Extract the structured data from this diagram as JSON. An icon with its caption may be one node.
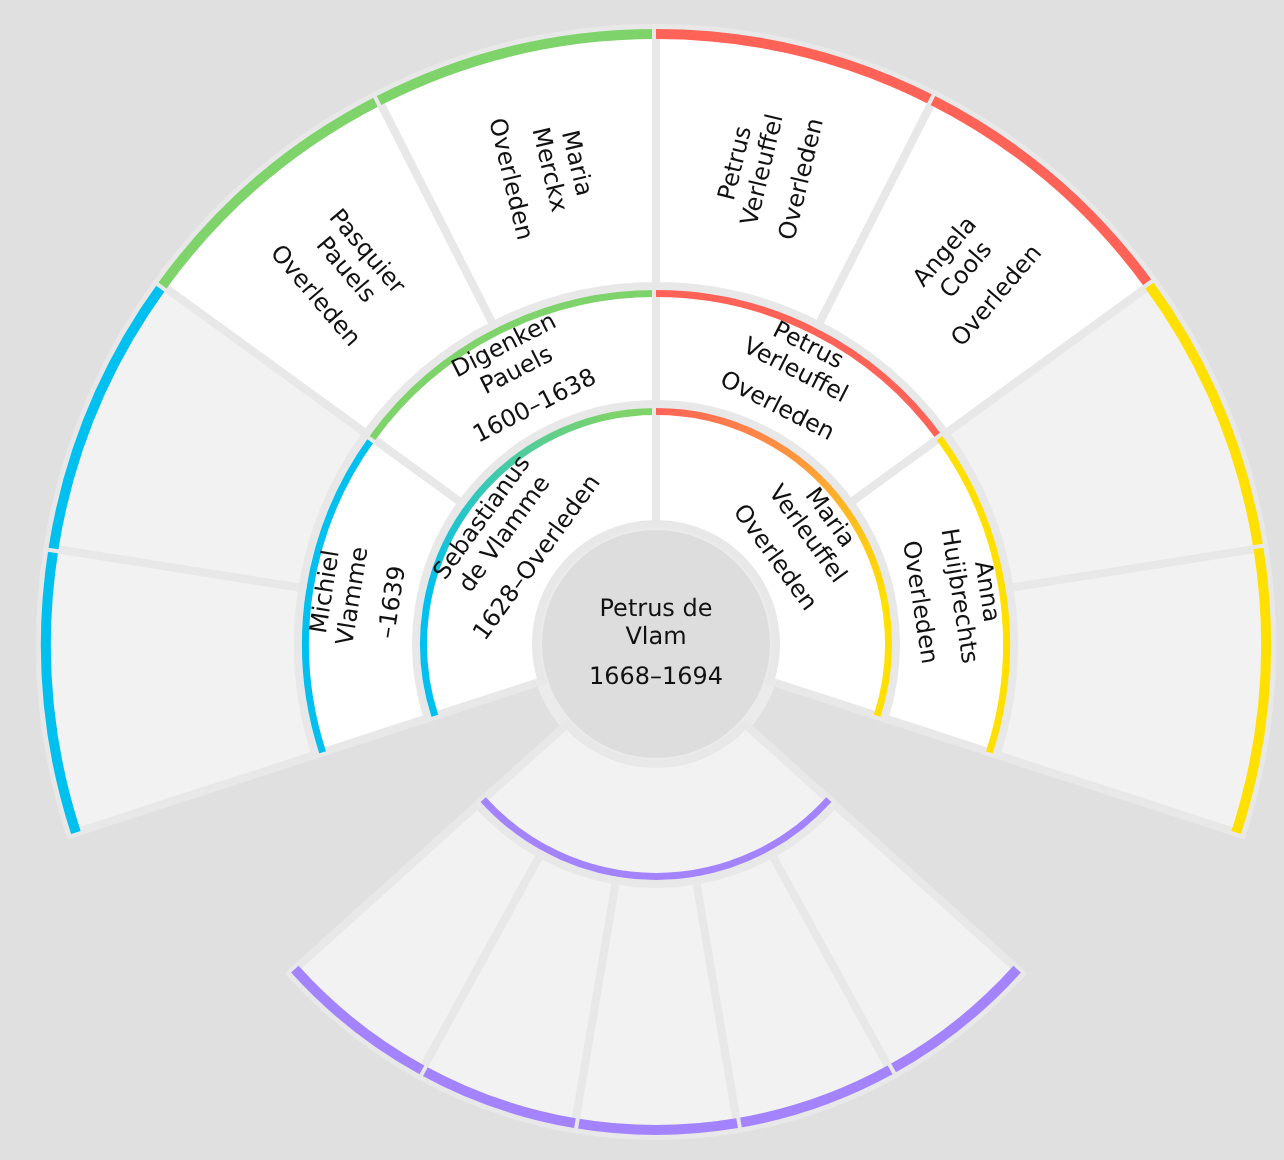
{
  "diagram": {
    "nodes": [
      {
        "text": [
          "Petrus de Vlam",
          "1668–1694"
        ]
      },
      {
        "text": [
          "Sebastianus de Vlamme",
          "1628–Overleden"
        ]
      },
      {
        "text": [
          "Maria Verleuffel",
          "Overleden"
        ]
      },
      {
        "text": [
          "Michiel Vlamme",
          "–1639"
        ]
      },
      {
        "text": [
          "Digenken Pauels",
          "1600–1638"
        ]
      },
      {
        "text": [
          "Petrus Verleuffel",
          "Overleden"
        ]
      },
      {
        "text": [
          "Anna Huijbrechts",
          "Overleden"
        ]
      },
      {
        "text": [],
        "shape": "wedge"
      },
      {
        "text": [],
        "shape": "wedge"
      },
      {
        "text": [
          "Pasquier Pauels",
          "Overleden"
        ]
      },
      {
        "text": [
          "Maria Merckx",
          "Overleden"
        ]
      },
      {
        "text": [
          "Petrus Verleuffel",
          "Overleden"
        ]
      },
      {
        "text": [
          "Angela Cools",
          "Overleden"
        ]
      },
      {
        "text": [],
        "shape": "wedge"
      },
      {
        "text": [],
        "shape": "wedge"
      },
      {
        "text": [],
        "shape": "wedge"
      },
      {
        "text": [],
        "shape": "wedge"
      },
      {
        "text": [],
        "shape": "wedge"
      },
      {
        "text": [],
        "shape": "wedge"
      },
      {
        "text": [],
        "shape": "wedge"
      },
      {
        "text": [],
        "shape": "wedge"
      }
    ]
  }
}
